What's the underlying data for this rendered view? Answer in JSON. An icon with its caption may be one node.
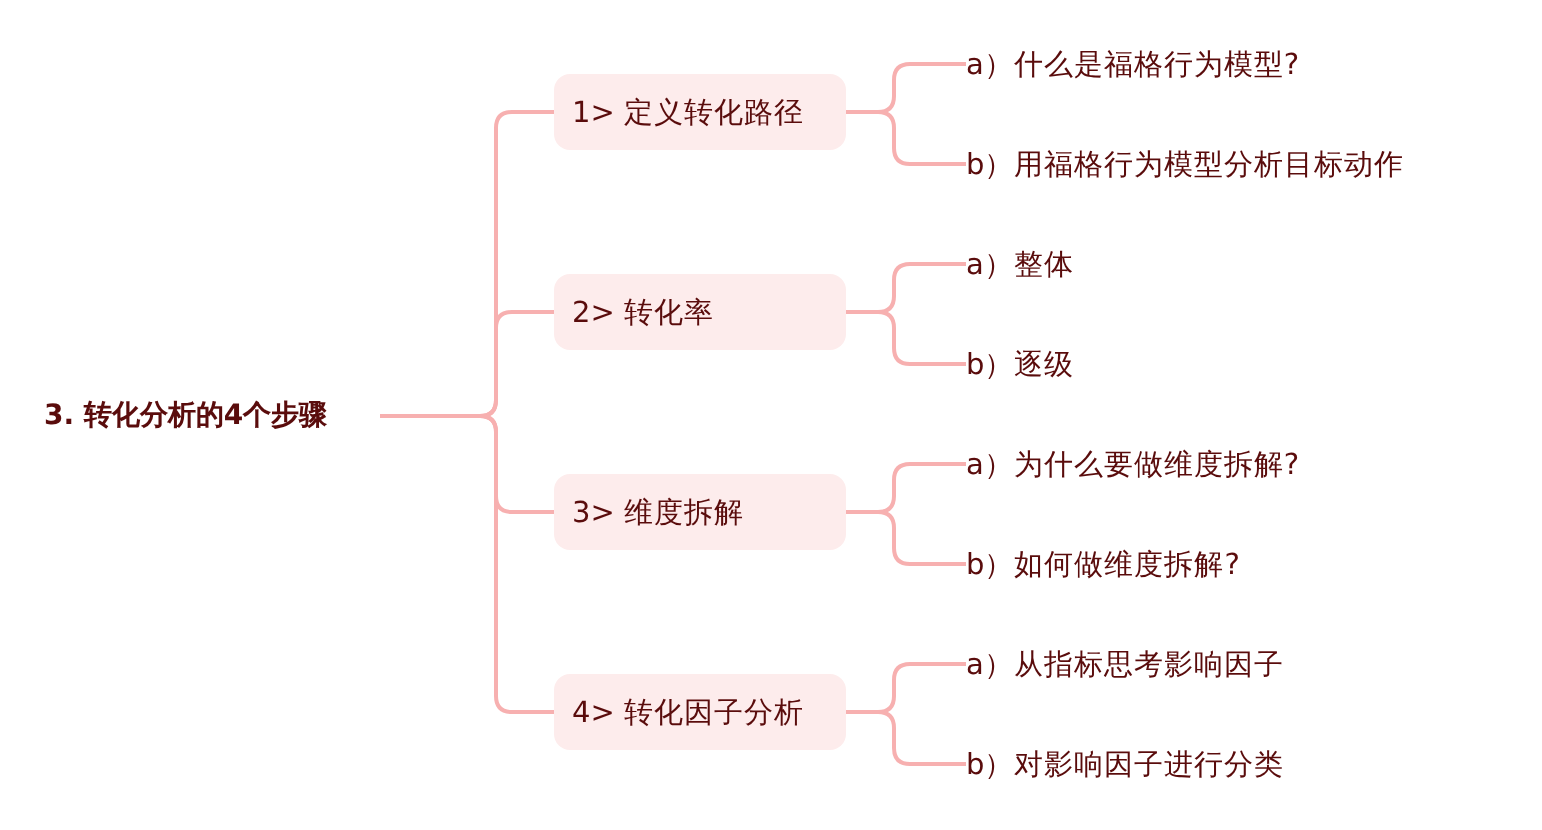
{
  "diagram": {
    "nodes": [
      {
        "text": [
          "3. 转化分析的4个步骤"
        ]
      },
      {
        "text": [
          "1> 定义转化路径"
        ]
      },
      {
        "text": [
          "a）什么是福格行为模型?"
        ]
      },
      {
        "text": [
          "b）用福格行为模型分析目标动作"
        ]
      },
      {
        "text": [
          "2> 转化率"
        ]
      },
      {
        "text": [
          "a）整体"
        ]
      },
      {
        "text": [
          "b）逐级"
        ]
      },
      {
        "text": [
          "3> 维度拆解"
        ]
      },
      {
        "text": [
          "a）为什么要做维度拆解?"
        ]
      },
      {
        "text": [
          "b）如何做维度拆解?"
        ]
      },
      {
        "text": [
          "4> 转化因子分析"
        ]
      },
      {
        "text": [
          "a）从指标思考影响因子"
        ]
      },
      {
        "text": [
          "b）对影响因子进行分类"
        ]
      }
    ],
    "edges": [
      {
        "from": 0,
        "to": 1,
        "arrow": "none"
      },
      {
        "from": 0,
        "to": 4,
        "arrow": "none"
      },
      {
        "from": 0,
        "to": 7,
        "arrow": "none"
      },
      {
        "from": 0,
        "to": 10,
        "arrow": "none"
      },
      {
        "from": 1,
        "to": 2,
        "arrow": "none"
      },
      {
        "from": 1,
        "to": 3,
        "arrow": "none"
      },
      {
        "from": 4,
        "to": 5,
        "arrow": "none"
      },
      {
        "from": 4,
        "to": 6,
        "arrow": "none"
      },
      {
        "from": 7,
        "to": 8,
        "arrow": "none"
      },
      {
        "from": 7,
        "to": 9,
        "arrow": "none"
      },
      {
        "from": 10,
        "to": 11,
        "arrow": "none"
      },
      {
        "from": 10,
        "to": 12,
        "arrow": "none"
      }
    ]
  }
}
